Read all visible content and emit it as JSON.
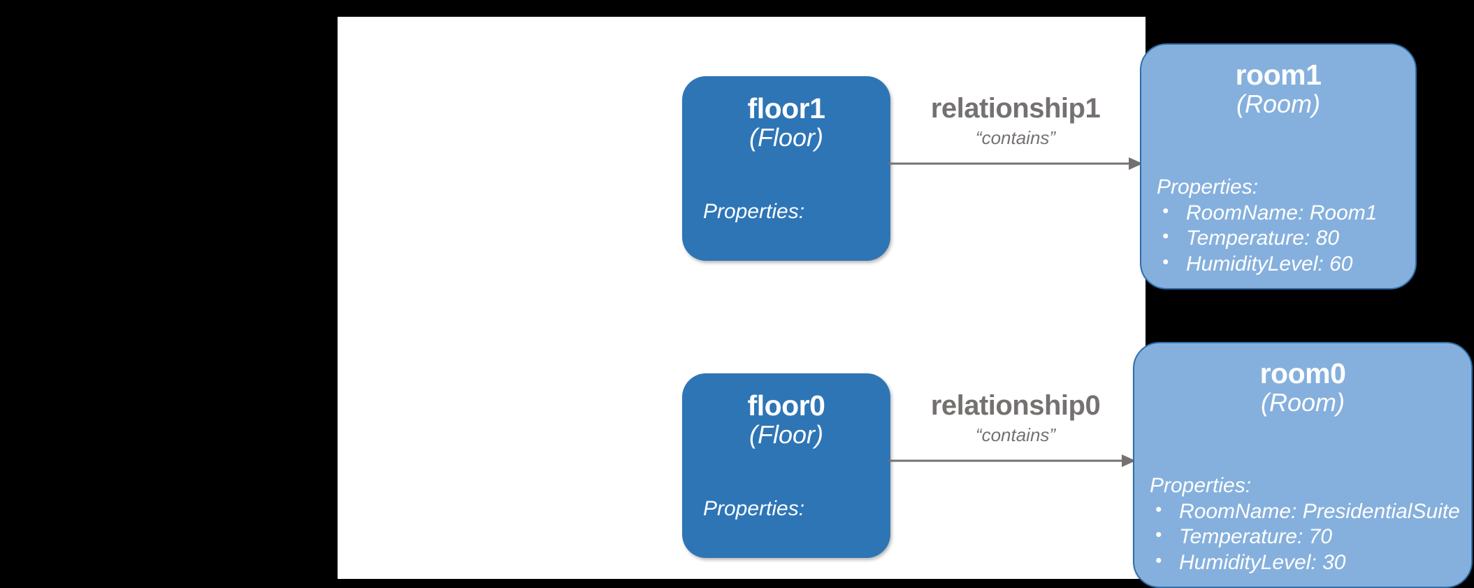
{
  "canvas": {
    "background": "#ffffff",
    "page_background": "#000000"
  },
  "colors": {
    "floor_fill": "#2E75B6",
    "room_fill": "#85B0DD",
    "room_stroke": "#2F6EA8",
    "edge_text": "#767171",
    "arrow": "#767171",
    "node_text": "#ffffff"
  },
  "diagram": {
    "type": "digital-twin-graph",
    "nodes": [
      {
        "id": "floor1",
        "name": "floor1",
        "type": "(Floor)",
        "kind": "floor",
        "properties_label": "Properties:",
        "properties": []
      },
      {
        "id": "room1",
        "name": "room1",
        "type": "(Room)",
        "kind": "room",
        "properties_label": "Properties:",
        "properties": [
          "RoomName: Room1",
          "Temperature: 80",
          "HumidityLevel: 60"
        ]
      },
      {
        "id": "floor0",
        "name": "floor0",
        "type": "(Floor)",
        "kind": "floor",
        "properties_label": "Properties:",
        "properties": []
      },
      {
        "id": "room0",
        "name": "room0",
        "type": "(Room)",
        "kind": "room",
        "properties_label": "Properties:",
        "properties": [
          "RoomName: PresidentialSuite",
          "Temperature: 70",
          "HumidityLevel: 30"
        ]
      }
    ],
    "edges": [
      {
        "id": "relationship1",
        "name": "relationship1",
        "sublabel": "“contains”",
        "source": "floor1",
        "target": "room1"
      },
      {
        "id": "relationship0",
        "name": "relationship0",
        "sublabel": "“contains”",
        "source": "floor0",
        "target": "room0"
      }
    ]
  },
  "bullets": {
    "glyph": "•"
  }
}
